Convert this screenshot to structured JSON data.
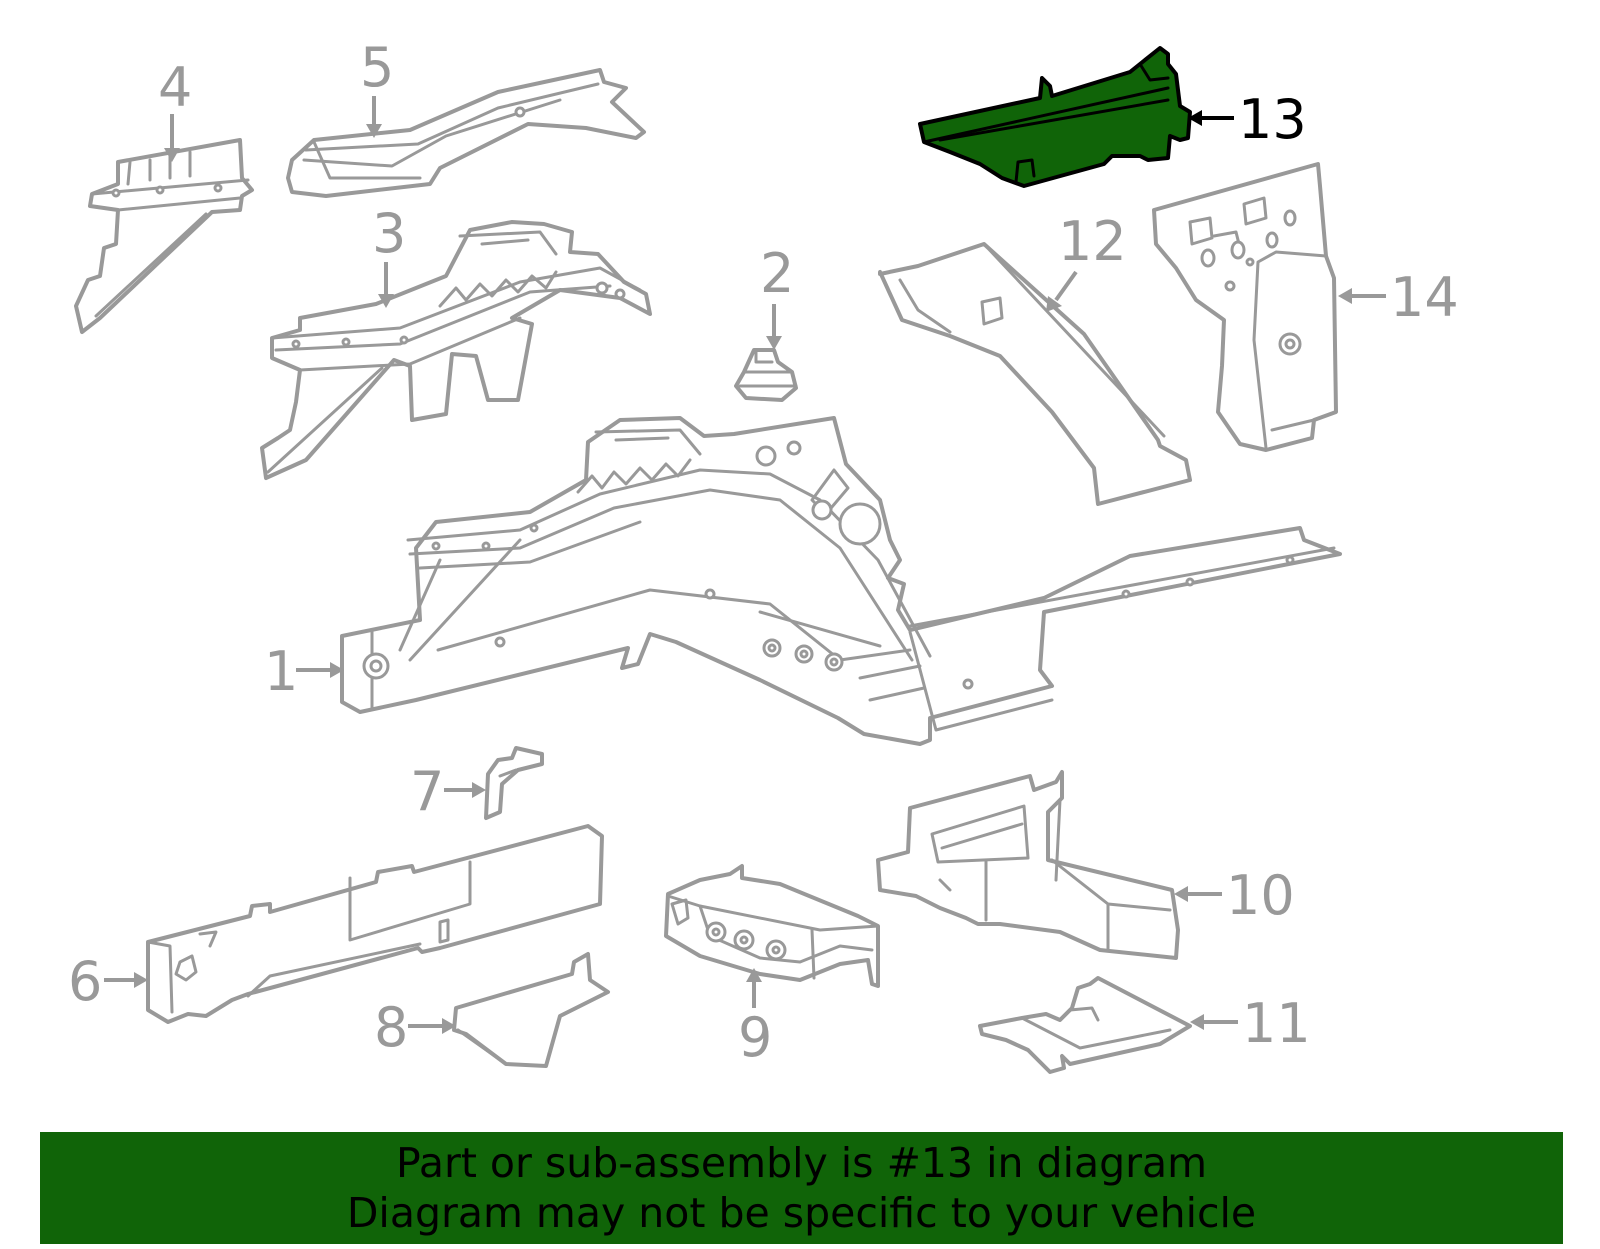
{
  "callouts": [
    {
      "id": "1",
      "label": "1"
    },
    {
      "id": "2",
      "label": "2"
    },
    {
      "id": "3",
      "label": "3"
    },
    {
      "id": "4",
      "label": "4"
    },
    {
      "id": "5",
      "label": "5"
    },
    {
      "id": "6",
      "label": "6"
    },
    {
      "id": "7",
      "label": "7"
    },
    {
      "id": "8",
      "label": "8"
    },
    {
      "id": "9",
      "label": "9"
    },
    {
      "id": "10",
      "label": "10"
    },
    {
      "id": "11",
      "label": "11"
    },
    {
      "id": "12",
      "label": "12"
    },
    {
      "id": "13",
      "label": "13"
    },
    {
      "id": "14",
      "label": "14"
    }
  ],
  "highlighted_part": "13",
  "colors": {
    "highlight_fill": "#106408",
    "part_stroke": "#999999",
    "highlight_text": "#000000",
    "banner_bg": "#106408"
  },
  "banner": {
    "line1": "Part or sub-assembly is #13 in diagram",
    "line2": "Diagram may not be specific to your vehicle"
  }
}
